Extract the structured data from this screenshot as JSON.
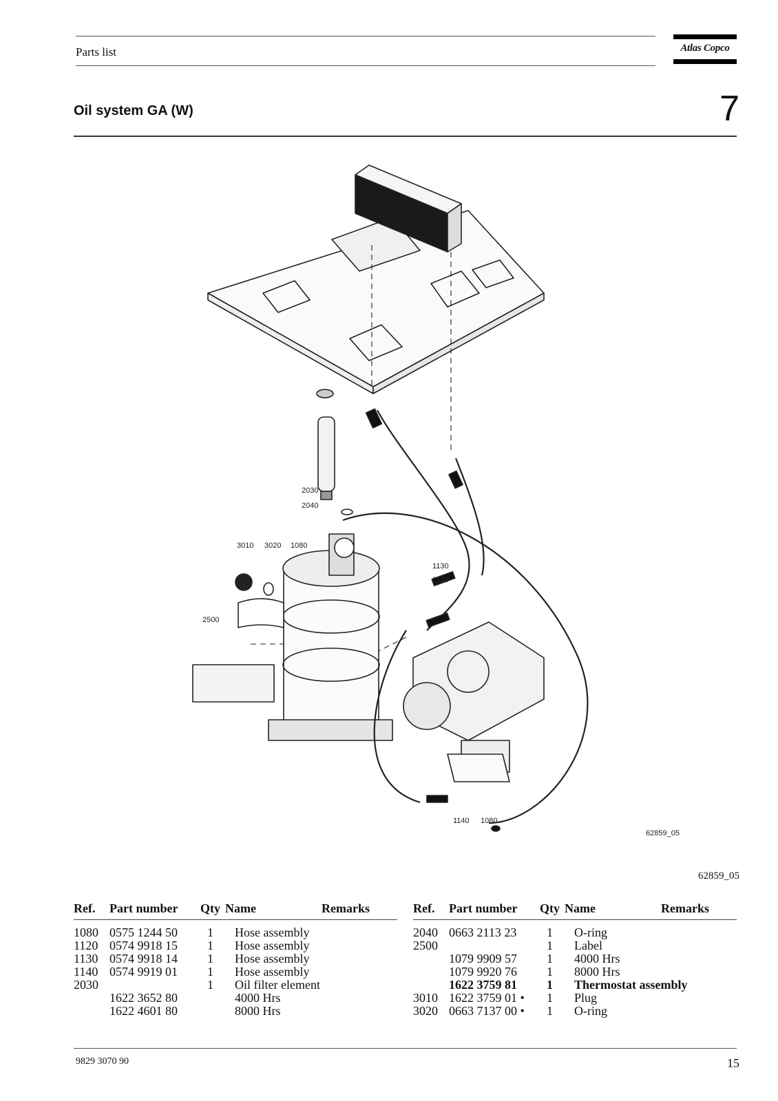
{
  "header": {
    "section": "Parts list",
    "logo": "Atlas Copco",
    "title": "Oil system GA (W)",
    "chapter": "7"
  },
  "diagram": {
    "callouts": [
      "2030",
      "2040",
      "3010",
      "3020",
      "1080",
      "1130",
      "1120",
      "2500",
      "1140",
      "1080"
    ],
    "figure_code_inside": "62859_05"
  },
  "figure_code": "62859_05",
  "table_headers": {
    "ref": "Ref.",
    "part_number": "Part number",
    "qty": "Qty",
    "name": "Name",
    "remarks": "Remarks"
  },
  "left_table": [
    {
      "ref": "1080",
      "part": "0575 1244 50",
      "qty": "1",
      "name": "Hose assembly"
    },
    {
      "ref": "1120",
      "part": "0574 9918 15",
      "qty": "1",
      "name": "Hose assembly"
    },
    {
      "ref": "1130",
      "part": "0574 9918 14",
      "qty": "1",
      "name": "Hose assembly"
    },
    {
      "ref": "1140",
      "part": "0574 9919 01",
      "qty": "1",
      "name": "Hose assembly"
    },
    {
      "ref": "2030",
      "part": "",
      "qty": "1",
      "name": "Oil filter element"
    },
    {
      "ref": "",
      "part": "1622 3652 80",
      "qty": "",
      "name": "4000 Hrs"
    },
    {
      "ref": "",
      "part": "1622 4601 80",
      "qty": "",
      "name": "8000 Hrs"
    }
  ],
  "right_table": [
    {
      "ref": "2040",
      "part": "0663 2113 23",
      "qty": "1",
      "name": "O-ring"
    },
    {
      "ref": "2500",
      "part": "",
      "qty": "1",
      "name": "Label"
    },
    {
      "ref": "",
      "part": "1079 9909 57",
      "qty": "1",
      "name": "4000 Hrs"
    },
    {
      "ref": "",
      "part": "1079 9920 76",
      "qty": "1",
      "name": "8000 Hrs"
    },
    {
      "ref": "",
      "part": "1622 3759 81",
      "qty": "1",
      "name": "Thermostat assembly"
    },
    {
      "ref": "3010",
      "part": "1622 3759 01 •",
      "qty": "1",
      "name": "Plug"
    },
    {
      "ref": "3020",
      "part": "0663 7137 00 •",
      "qty": "1",
      "name": "O-ring"
    }
  ],
  "footer": {
    "doc_number": "9829 3070 90",
    "page": "15"
  }
}
